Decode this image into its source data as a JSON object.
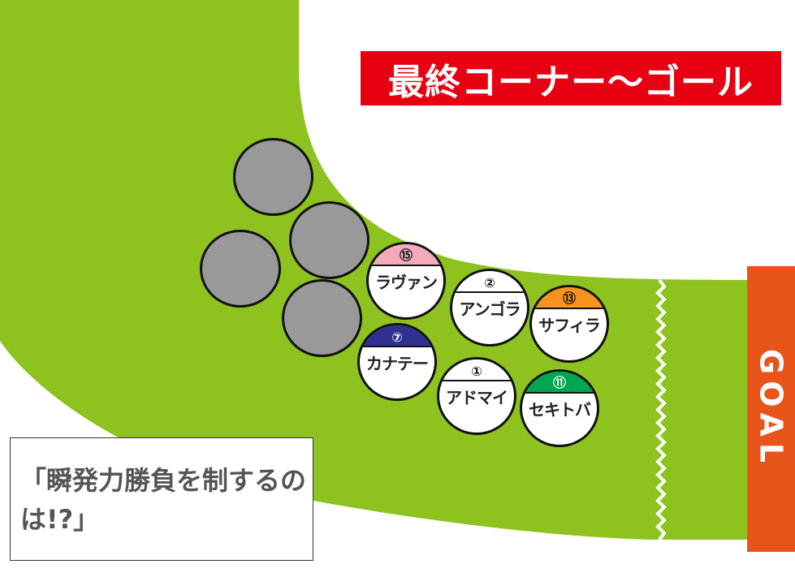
{
  "scene": {
    "title": "最終コーナー～ゴール",
    "goal_label": "GOAL",
    "caption": "「瞬発力勝負を制するのは!?」",
    "colors": {
      "track": "#8dc21f",
      "banner": "#e60012",
      "goal": "#e8541a",
      "grey_horse": "#999999"
    }
  },
  "horses": [
    {
      "number": "⑮",
      "name": "ラヴァン",
      "cap_color": "#f4aabc",
      "number_color": "#111111"
    },
    {
      "number": "②",
      "name": "アンゴラ",
      "cap_color": "#ffffff",
      "number_color": "#111111"
    },
    {
      "number": "⑬",
      "name": "サフィラ",
      "cap_color": "#f7931e",
      "number_color": "#111111"
    },
    {
      "number": "⑦",
      "name": "カナテー",
      "cap_color": "#2e3192",
      "number_color": "#ffffff"
    },
    {
      "number": "①",
      "name": "アドマイ",
      "cap_color": "#ffffff",
      "number_color": "#111111"
    },
    {
      "number": "⑪",
      "name": "セキトバ",
      "cap_color": "#00a651",
      "number_color": "#ffffff"
    }
  ],
  "grey_horses_count": 4
}
